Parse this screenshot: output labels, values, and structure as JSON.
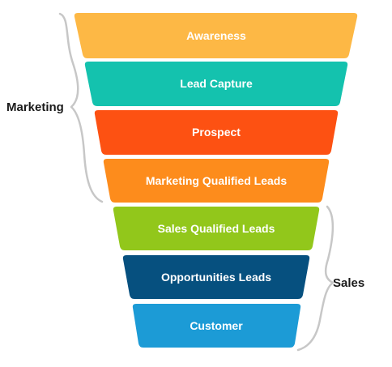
{
  "funnel": {
    "stages": [
      {
        "label": "Awareness",
        "color": "#FDB845"
      },
      {
        "label": "Lead Capture",
        "color": "#14C2AE"
      },
      {
        "label": "Prospect",
        "color": "#FD5112"
      },
      {
        "label": "Marketing Qualified Leads",
        "color": "#FD8C1C"
      },
      {
        "label": "Sales Qualified Leads",
        "color": "#92C71B"
      },
      {
        "label": "Opportunities Leads",
        "color": "#06507F"
      },
      {
        "label": "Customer",
        "color": "#1C9BD6"
      }
    ]
  },
  "groups": {
    "marketing": {
      "label": "Marketing"
    },
    "sales": {
      "label": "Sales"
    }
  },
  "brace_color": "#C7C7C7"
}
